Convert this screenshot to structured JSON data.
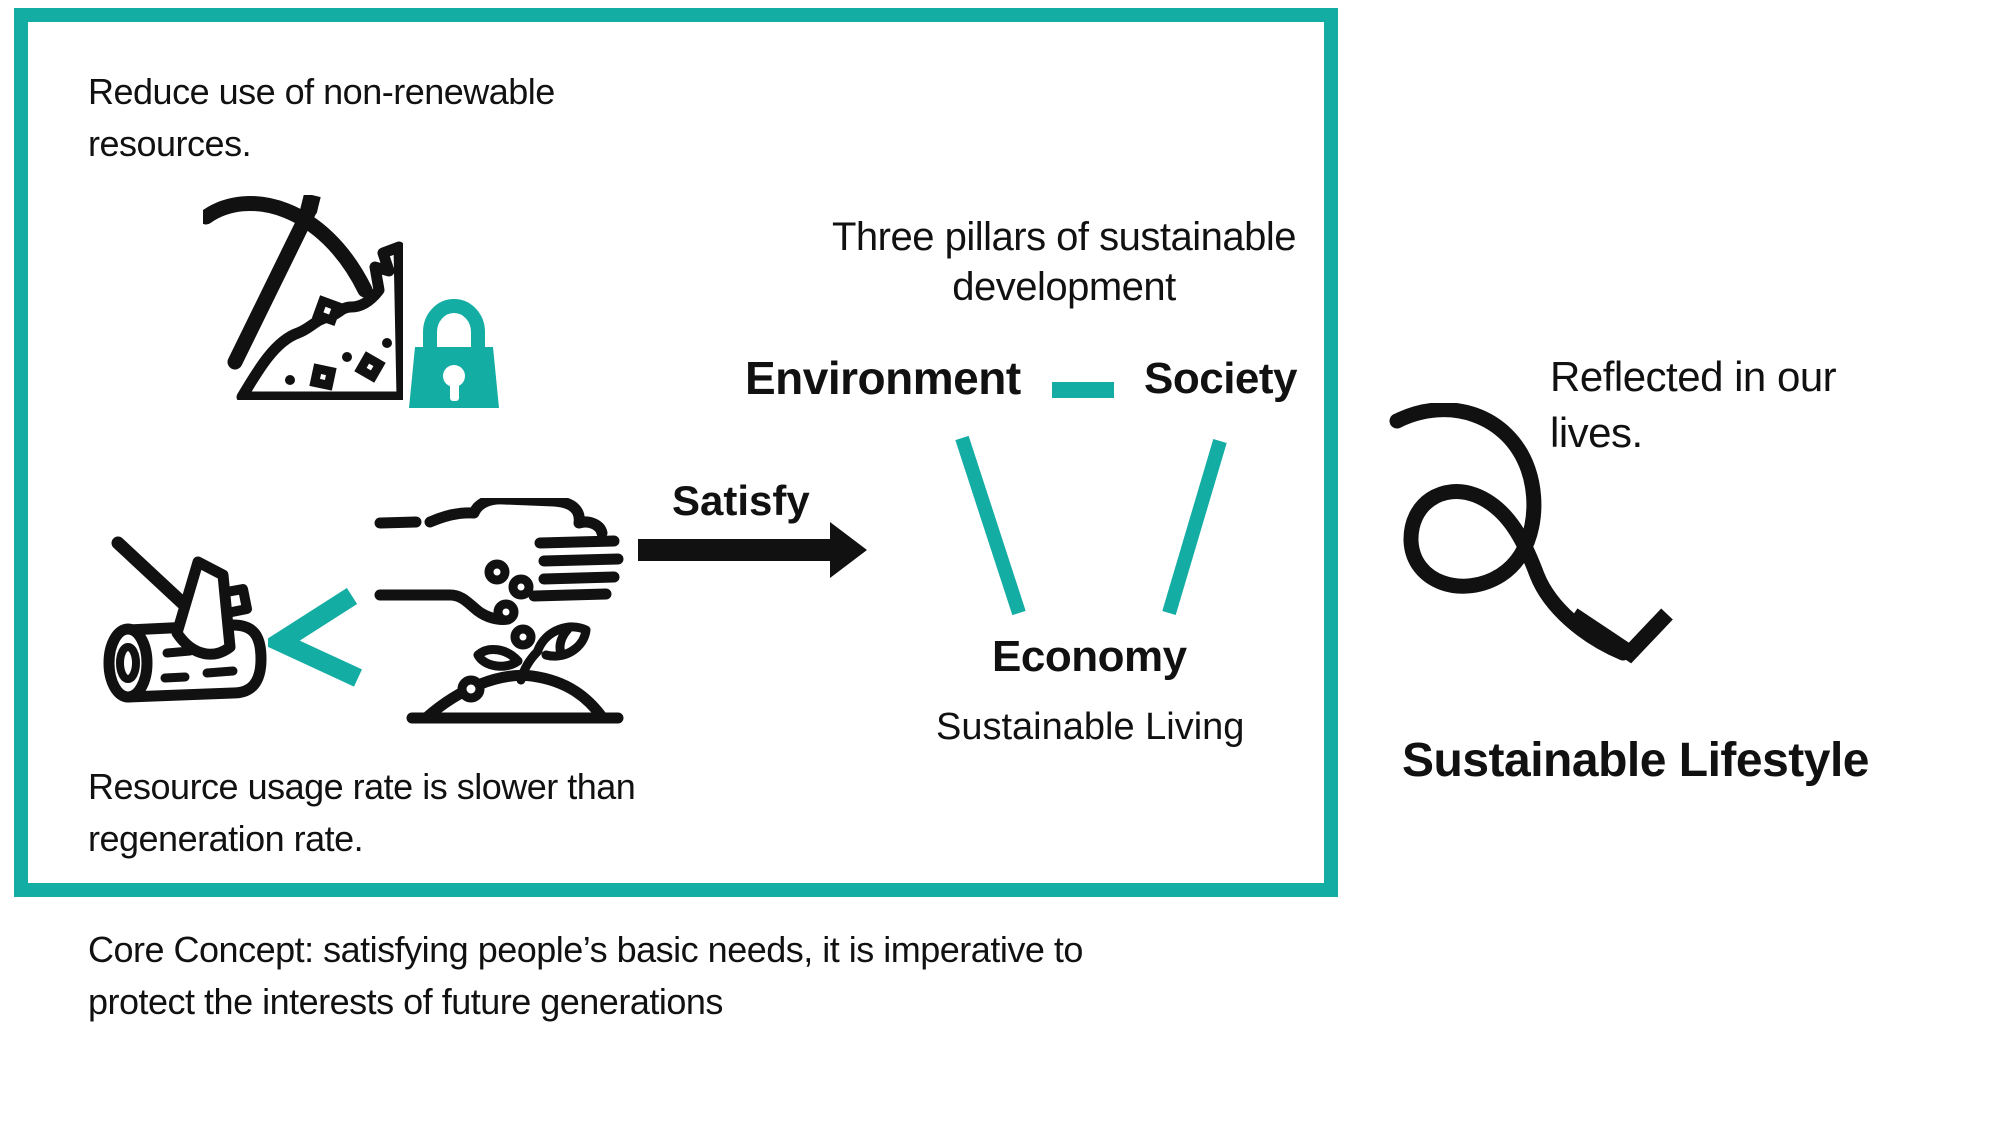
{
  "colors": {
    "teal": "#13ada3",
    "text": "#111111",
    "background": "#ffffff"
  },
  "box": {
    "reduce_note": {
      "line1": "Reduce use of non-renewable",
      "line2": "resources."
    },
    "resource_note": {
      "line1": "Resource usage rate is slower than",
      "line2": "regeneration rate."
    },
    "satisfy_label": "Satisfy",
    "pillars": {
      "title": {
        "line1": "Three pillars of sustainable",
        "line2": "development"
      },
      "environment": "Environment",
      "society": "Society",
      "economy": "Economy",
      "caption": "Sustainable Living"
    }
  },
  "right_side": {
    "reflected_note": {
      "line1": "Reflected in our",
      "line2": "lives."
    },
    "lifestyle_label": "Sustainable Lifestyle"
  },
  "footer": {
    "core_concept": {
      "line1": "Core Concept: satisfying people’s basic needs, it is imperative to",
      "line2": "protect the interests of future generations"
    }
  },
  "icons": {
    "mining": "pickaxe-mining-icon",
    "lock": "lock-icon",
    "axe_log": "axe-chopping-log-icon",
    "less_than": "less-than-icon",
    "sowing": "hand-sowing-seeds-icon",
    "satisfy_arrow": "right-arrow-icon",
    "pillar_link": "connector-dash",
    "pillar_lines": "pillar-connector-lines",
    "curly": "curly-arrow-icon"
  }
}
